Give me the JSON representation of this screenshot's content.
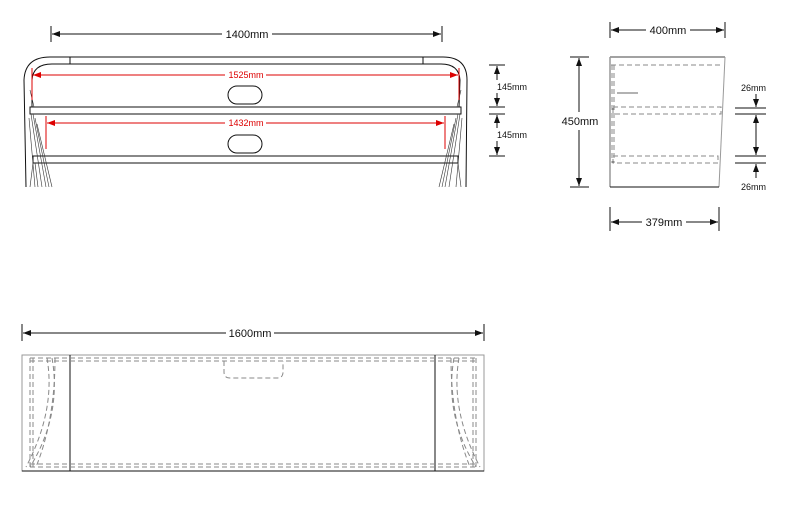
{
  "front_view": {
    "width_label": "1400mm",
    "top_shelf_label": "1525mm",
    "lower_shelf_label": "1432mm",
    "upper_gap_label": "145mm",
    "lower_gap_label": "145mm"
  },
  "side_view": {
    "top_depth_label": "400mm",
    "height_label": "450mm",
    "bottom_depth_label": "379mm",
    "upper_shelf_thickness_label": "26mm",
    "lower_shelf_thickness_label": "26mm"
  },
  "top_view": {
    "width_label": "1600mm"
  },
  "colors": {
    "dimension": "#111111",
    "shelf_dimension": "#dd0000",
    "hidden_line": "#888888"
  }
}
